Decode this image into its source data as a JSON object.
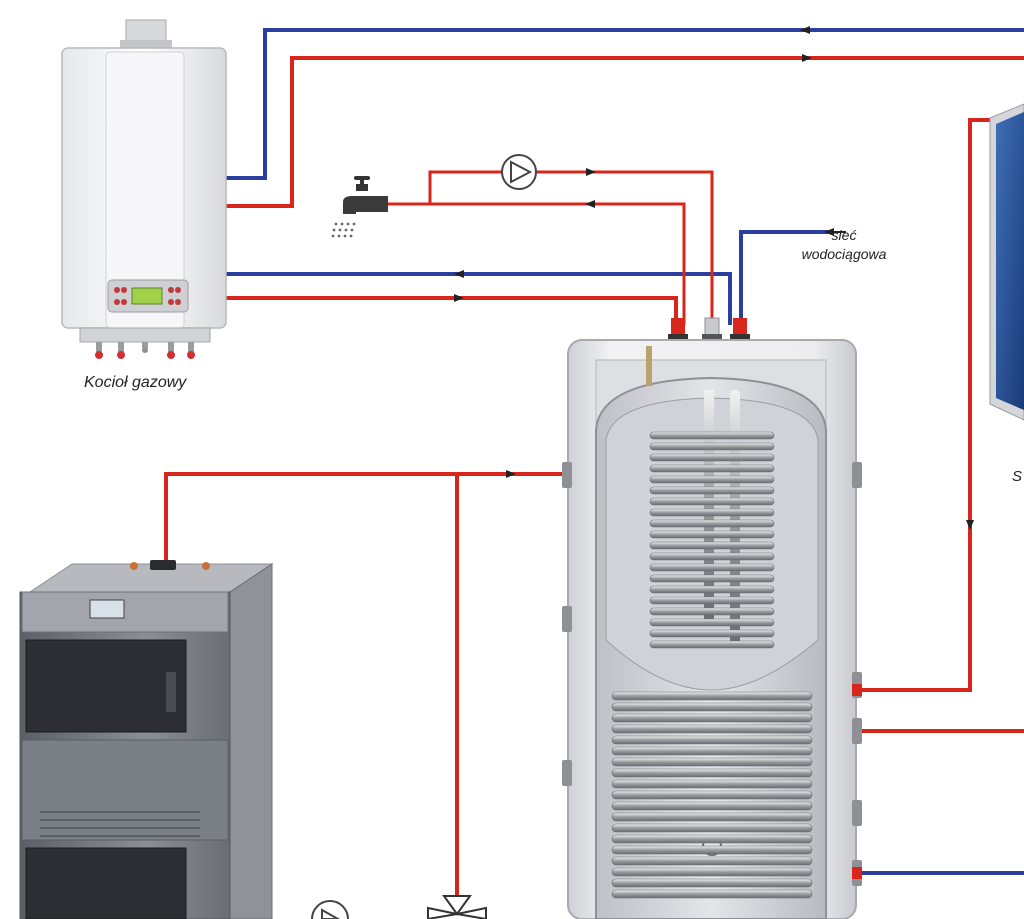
{
  "labels": {
    "gas_boiler": "Kocioł gazowy",
    "water_network_line1": "sieć",
    "water_network_line2": "wodociągowa",
    "solar_partial": "S"
  },
  "colors": {
    "hot_pipe": "#d9261c",
    "cold_pipe": "#2b3f9e",
    "tank_shell": "#e2e2e6",
    "boiler_body": "#6e7278"
  },
  "icons": {
    "pump": "pump-icon",
    "tap": "tap-icon",
    "flow_arrow": "flow-arrow-icon",
    "valve": "three-way-valve-icon"
  }
}
